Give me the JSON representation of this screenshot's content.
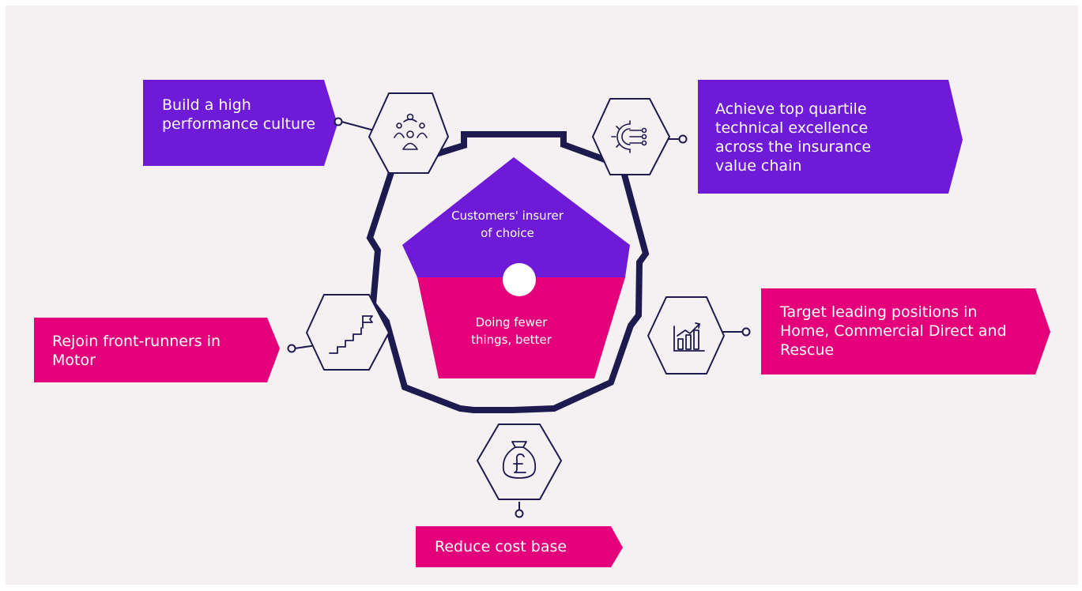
{
  "colors": {
    "purple": "#6f1ad6",
    "magenta": "#e4007a",
    "navy": "#1d1a4f",
    "background": "#f5f0f1"
  },
  "center": {
    "top_text": "Customers' insurer of choice",
    "bottom_text": "Doing fewer things, better"
  },
  "objectives": [
    {
      "text": "Build a high performance culture",
      "icon": "team-people-icon",
      "color": "purple"
    },
    {
      "text": "Achieve top quartile technical excellence across the insurance value chain",
      "icon": "gear-circuit-icon",
      "color": "purple"
    },
    {
      "text": "Rejoin front-runners in Motor",
      "icon": "stairs-flag-icon",
      "color": "magenta"
    },
    {
      "text": "Target leading positions in Home, Commercial Direct and Rescue",
      "icon": "bar-chart-growth-icon",
      "color": "magenta"
    },
    {
      "text": "Reduce cost base",
      "icon": "money-bag-pound-icon",
      "color": "magenta"
    }
  ]
}
